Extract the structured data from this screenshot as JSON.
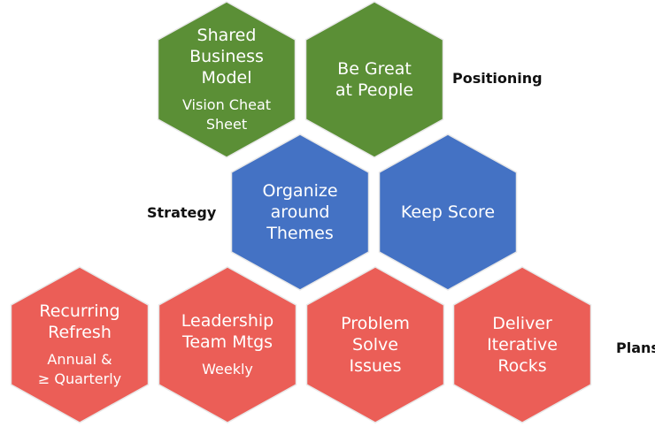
{
  "colors": {
    "positioning": "#5B8F36",
    "strategy": "#4472C4",
    "plans": "#EB5E57",
    "text": "#FFFFFF",
    "hex_border": "#E8E8E8"
  },
  "rows": [
    {
      "id": "positioning",
      "label": "Positioning",
      "hexes": [
        {
          "title": "Shared\nBusiness\nModel",
          "subtitle": "Vision Cheat\nSheet"
        },
        {
          "title": "Be Great\nat People",
          "subtitle": ""
        }
      ]
    },
    {
      "id": "strategy",
      "label": "Strategy",
      "hexes": [
        {
          "title": "Organize\naround\nThemes",
          "subtitle": ""
        },
        {
          "title": "Keep Score",
          "subtitle": ""
        }
      ]
    },
    {
      "id": "plans",
      "label": "Plans",
      "hexes": [
        {
          "title": "Recurring\nRefresh",
          "subtitle": "Annual &\n≥ Quarterly"
        },
        {
          "title": "Leadership\nTeam Mtgs",
          "subtitle": "Weekly"
        },
        {
          "title": "Problem\nSolve\nIssues",
          "subtitle": ""
        },
        {
          "title": "Deliver\nIterative\nRocks",
          "subtitle": ""
        }
      ]
    }
  ]
}
